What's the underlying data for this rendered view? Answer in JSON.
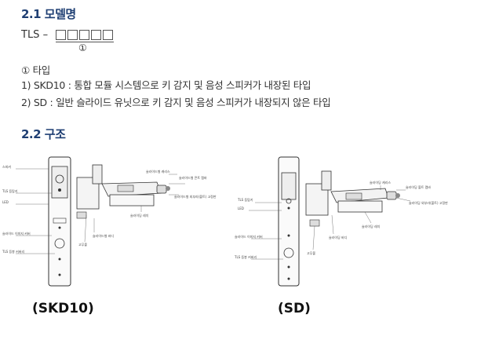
{
  "section1": {
    "title": "2.1 모델명",
    "model_prefix": "TLS –",
    "box_count": 5,
    "marker": "①",
    "type_label": "① 타입",
    "items": [
      "1) SKD10 : 통합 모듈 시스템으로 키 감지 및 음성 스피커가 내장된 타입",
      "2) SD : 일반 슬라이드 유닛으로 키 감지 및 음성 스피커가 내장되지 않은 타입"
    ]
  },
  "section2": {
    "title": "2.2 구조"
  },
  "diagrams": {
    "left": {
      "caption": "(SKD10)",
      "labels": {
        "speaker": "스피커",
        "tls_key": "TLS 등탐키",
        "led": "LED",
        "slide_cover": "슬라이드 이미지 커버",
        "top_cover": "슬라이드형 캐리스",
        "rail": "슬라이드형 콘트 캡바",
        "bottom_cover": "슬라이드형 외부라(볼트) 고정판",
        "latch": "슬라이딩 레치",
        "guide": "슬라이드형 바디",
        "stopper": "고무볼",
        "tls_cover": "TLS 등봉 커버리"
      }
    },
    "right": {
      "caption": "(SD)",
      "labels": {
        "tls_key": "TLS 등탐키",
        "led": "LED",
        "top_cover": "슬라이딩 캐리스",
        "rail": "슬라이딩 볼트 캡바",
        "bottom_cover": "슬라이딩 외부라(볼트) 고정판",
        "latch": "슬라이딩 레치",
        "guide": "슬라이딩 바디",
        "stopper": "고무볼",
        "slide_cover": "슬라이드 이미지 커버",
        "tls_cover": "TLS 등봉 커버리"
      }
    }
  }
}
